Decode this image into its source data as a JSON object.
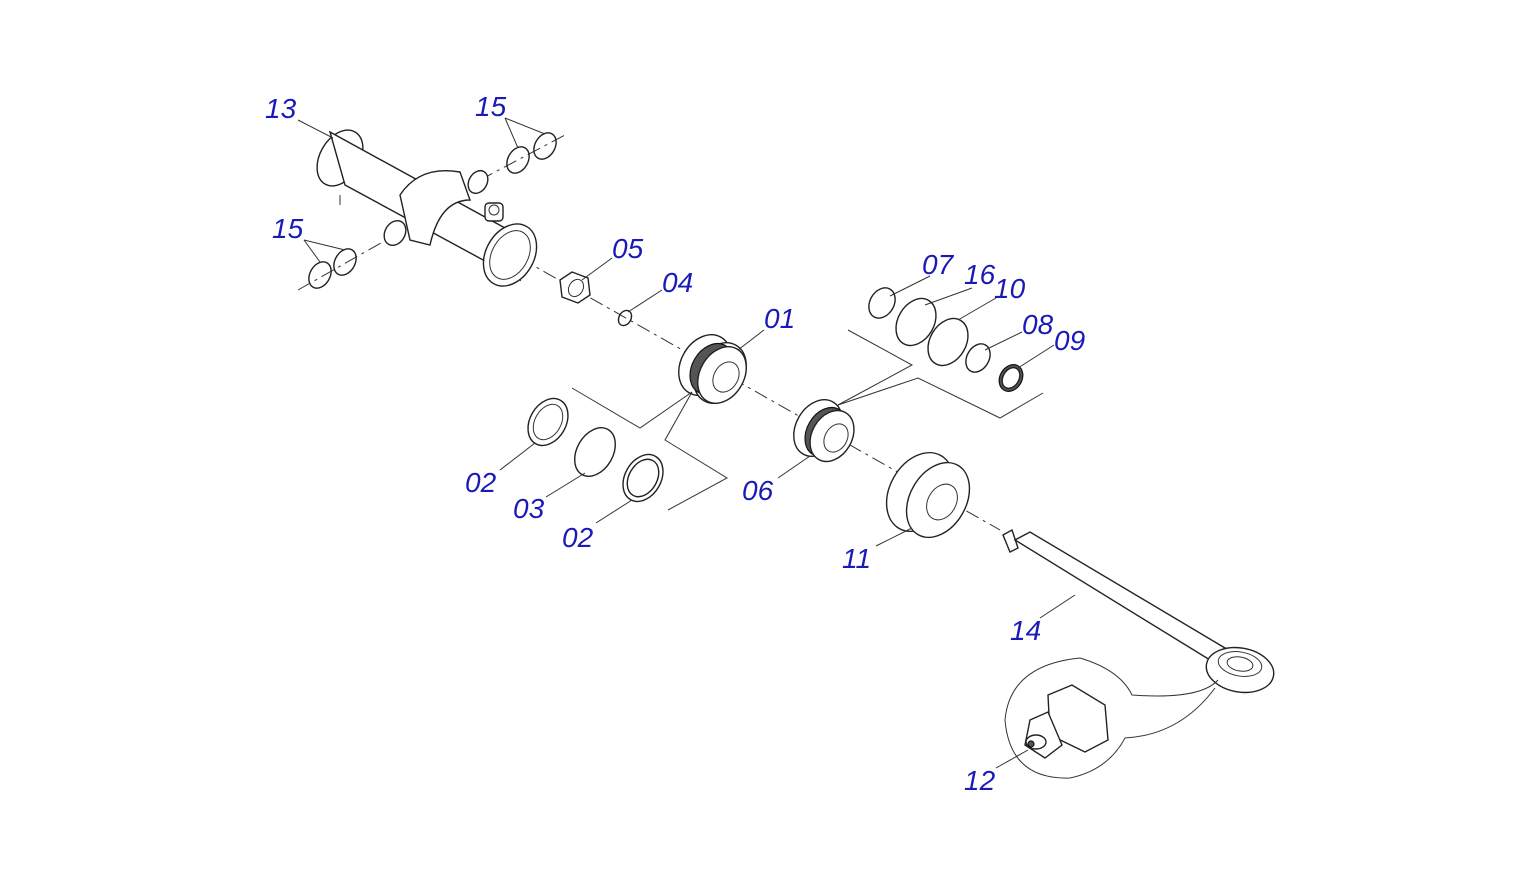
{
  "labels": {
    "p13": "13",
    "p15a": "15",
    "p15b": "15",
    "p05": "05",
    "p04": "04",
    "p01": "01",
    "p07": "07",
    "p16": "16",
    "p10": "10",
    "p08": "08",
    "p09": "09",
    "p02a": "02",
    "p03": "03",
    "p02b": "02",
    "p06": "06",
    "p11": "11",
    "p14": "14",
    "p12": "12"
  },
  "colors": {
    "label": "#1a1ab8",
    "line": "#222222"
  }
}
